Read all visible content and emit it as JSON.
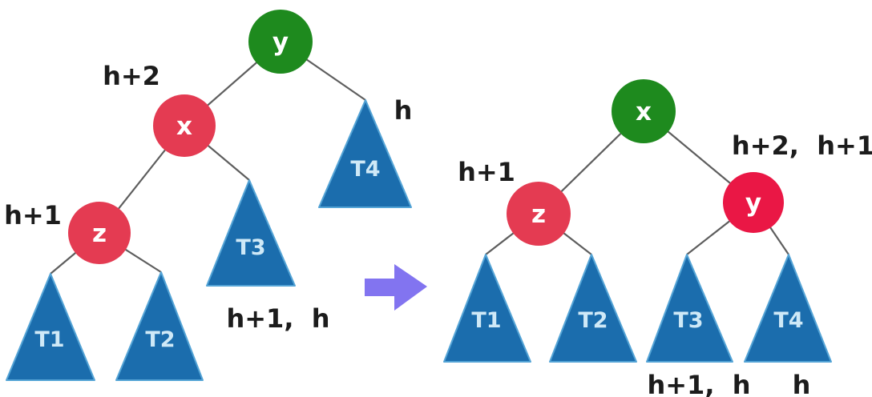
{
  "colors": {
    "green_node": "#1e8a1e",
    "red_node": "#e43b52",
    "red_node_bright": "#ea1745",
    "triangle_blue": "#1b6dad",
    "triangle_label": "#cfe9f7",
    "arrow_purple": "#8274f0"
  },
  "left_tree": {
    "node_y": "y",
    "node_x": "x",
    "node_z": "z",
    "t1": "T1",
    "t2": "T2",
    "t3": "T3",
    "t4": "T4",
    "label_root_height": "h+2",
    "label_z_height": "h+1",
    "label_t4_height": "h",
    "label_t3_t4_heights": "h+1,  h"
  },
  "right_tree": {
    "node_x": "x",
    "node_z": "z",
    "node_y": "y",
    "t1": "T1",
    "t2": "T2",
    "t3": "T3",
    "t4": "T4",
    "label_z_height": "h+1",
    "label_y_heights": "h+2,  h+1",
    "label_t3_heights": "h+1,  h",
    "label_t4_height": "h"
  }
}
